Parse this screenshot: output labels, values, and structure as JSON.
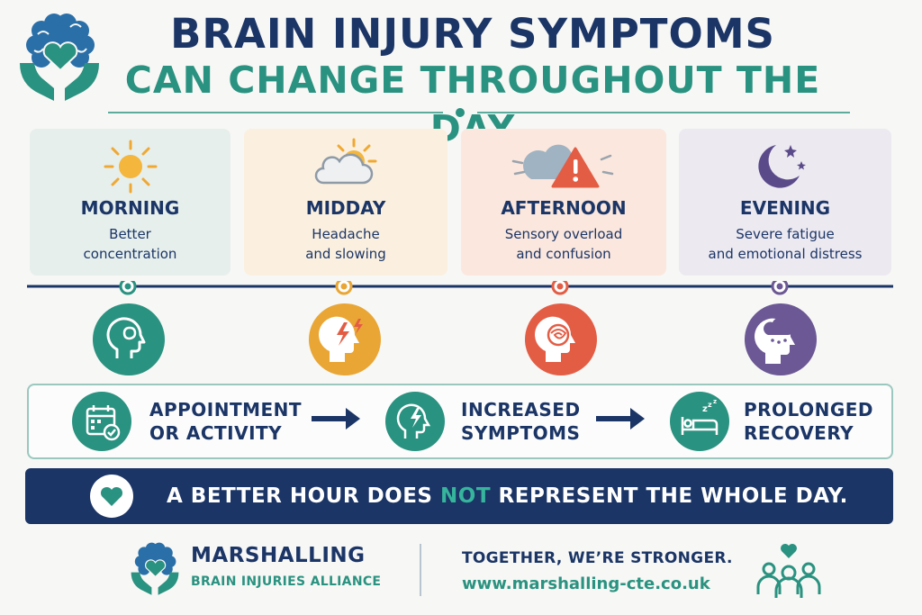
{
  "header": {
    "title_line1": "BRAIN INJURY SYMPTOMS",
    "title_line2": "CAN CHANGE THROUGHOUT THE DAY"
  },
  "times": [
    {
      "title": "MORNING",
      "line1": "Better",
      "line2": "concentration",
      "icon": "sun-icon",
      "color": "#2a9280"
    },
    {
      "title": "MIDDAY",
      "line1": "Headache",
      "line2": "and slowing",
      "icon": "cloud-sun-icon",
      "color": "#e9a634"
    },
    {
      "title": "AFTERNOON",
      "line1": "Sensory overload",
      "line2": "and confusion",
      "icon": "warning-cloud-icon",
      "color": "#e35d45"
    },
    {
      "title": "EVENING",
      "line1": "Severe fatigue",
      "line2": "and emotional distress",
      "icon": "moon-stars-icon",
      "color": "#6b5894"
    }
  ],
  "flow": {
    "step1_line1": "APPOINTMENT",
    "step1_line2": "OR ACTIVITY",
    "step2_line1": "INCREASED",
    "step2_line2": "SYMPTOMS",
    "step3_line1": "PROLONGED",
    "step3_line2": "RECOVERY"
  },
  "banner": {
    "text_before": "A BETTER HOUR DOES ",
    "text_highlight": "NOT",
    "text_after": " REPRESENT THE WHOLE DAY."
  },
  "footer": {
    "org_name": "MARSHALLING",
    "org_sub": "BRAIN INJURIES ALLIANCE",
    "slogan": "TOGETHER, WE’RE STRONGER.",
    "website": "www.marshalling-cte.co.uk"
  },
  "colors": {
    "navy": "#1b3566",
    "teal": "#2a9280",
    "orange": "#e9a634",
    "red": "#e35d45",
    "purple": "#6b5894"
  }
}
